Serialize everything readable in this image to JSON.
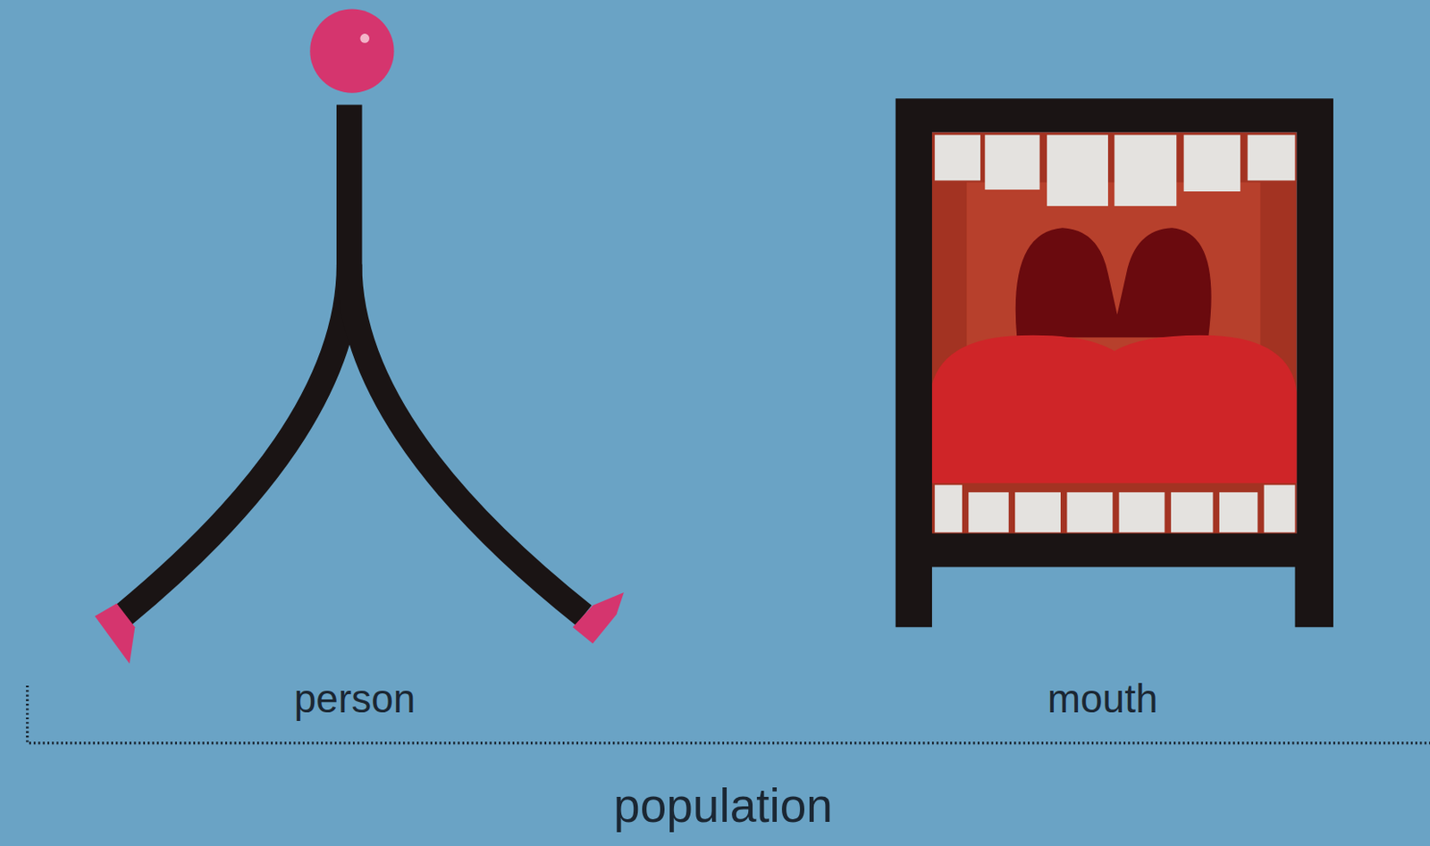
{
  "diagram": {
    "labels": [
      "person",
      "mouth",
      "population"
    ]
  }
}
